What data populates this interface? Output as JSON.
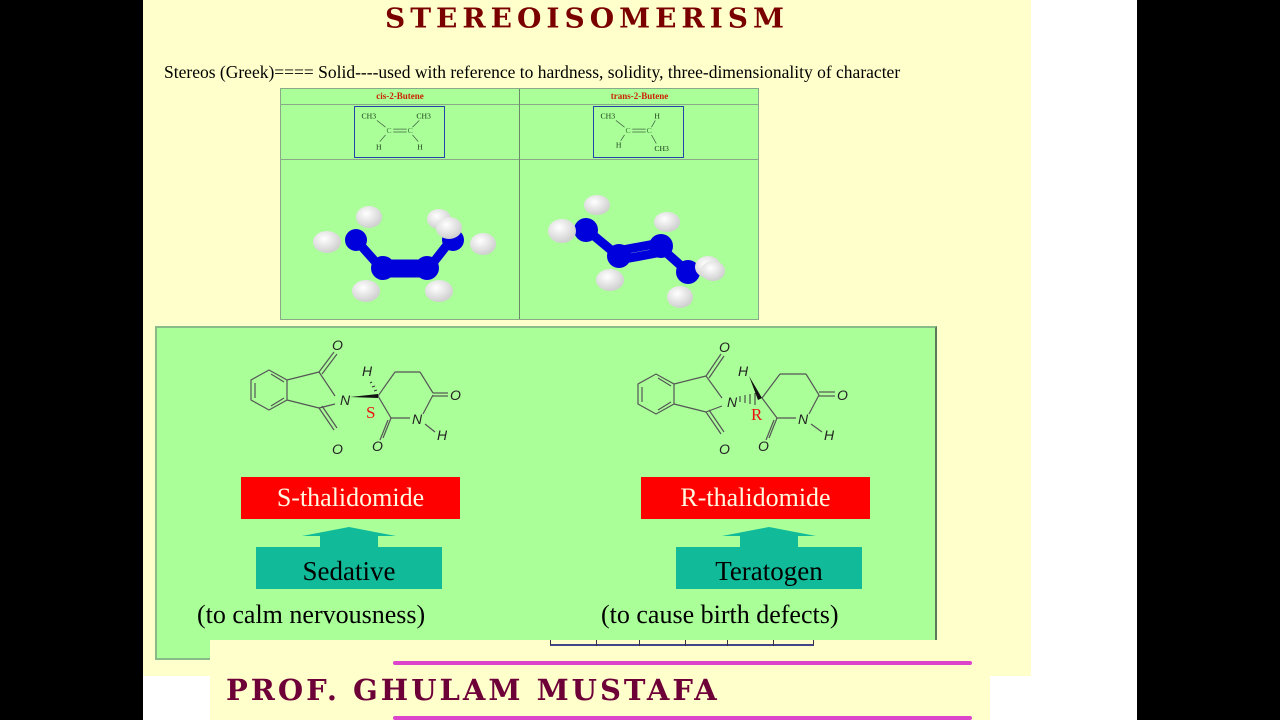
{
  "slide": {
    "title": "STEREOISOMERISM",
    "subtitle": "Stereos (Greek)==== Solid----used with reference to hardness, solidity, three-dimensionality of character",
    "colors": {
      "background": "#ffffcc",
      "title": "#7a0000",
      "panel_green": "#aaff99",
      "name_box_red": "#ff0000",
      "arrow_teal": "#11bb99",
      "rule_magenta": "#dd44cc",
      "author": "#6e0038",
      "model_carbon": "#0000dd",
      "model_hydrogen": "#f0f0f0"
    }
  },
  "butene_table": {
    "columns": [
      {
        "header": "cis-2-Butene",
        "formula": {
          "top_left": "CH3",
          "top_right": "CH3",
          "left_c": "C",
          "right_c": "C",
          "bottom_left": "H",
          "bottom_right": "H"
        }
      },
      {
        "header": "trans-2-Butene",
        "formula": {
          "top_left": "CH3",
          "top_right": "H",
          "left_c": "C",
          "right_c": "C",
          "bottom_left": "H",
          "bottom_right": "CH3"
        }
      }
    ]
  },
  "thalidomide": {
    "left": {
      "label_stereo": "S",
      "atoms": {
        "o_top": "O",
        "o_bottom": "O",
        "n_ring": "N",
        "h_chiral": "H",
        "o_right": "O",
        "o_lower": "O",
        "n_h": "N",
        "h_n": "H"
      },
      "name": "S-thalidomide",
      "effect": "Sedative",
      "description": "(to calm nervousness)"
    },
    "right": {
      "label_stereo": "R",
      "atoms": {
        "o_top": "O",
        "o_bottom": "O",
        "n_ring": "N",
        "h_chiral": "H",
        "o_right": "O",
        "o_lower": "O",
        "n_h": "N",
        "h_n": "H"
      },
      "name": "R-thalidomide",
      "effect": "Teratogen",
      "description": "(to cause birth defects)"
    }
  },
  "footer": {
    "author": "PROF. GHULAM MUSTAFA"
  }
}
